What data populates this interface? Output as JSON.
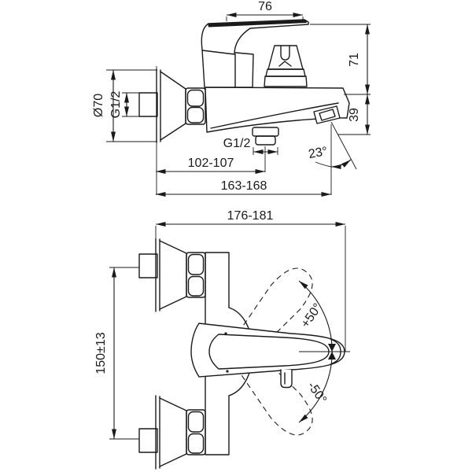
{
  "colors": {
    "background": "#ffffff",
    "line": "#1a1a1a",
    "handle_blade_fill": "#111111"
  },
  "side_view": {
    "handle_length": "76",
    "height_above_spout": "71",
    "spout_outlet_drop": "39",
    "escutcheon_diameter": "Ø70",
    "wall_connection_thread": "G1/2",
    "shower_outlet_thread": "G1/2",
    "wall_to_shower_outlet": "102-107",
    "wall_to_spout_tip": "163-168",
    "spout_angle": "23°"
  },
  "front_view": {
    "overall_width": "176-181",
    "connection_center_distance": "150±13",
    "handle_swing_up": "+50°",
    "handle_swing_down": "-50°"
  }
}
